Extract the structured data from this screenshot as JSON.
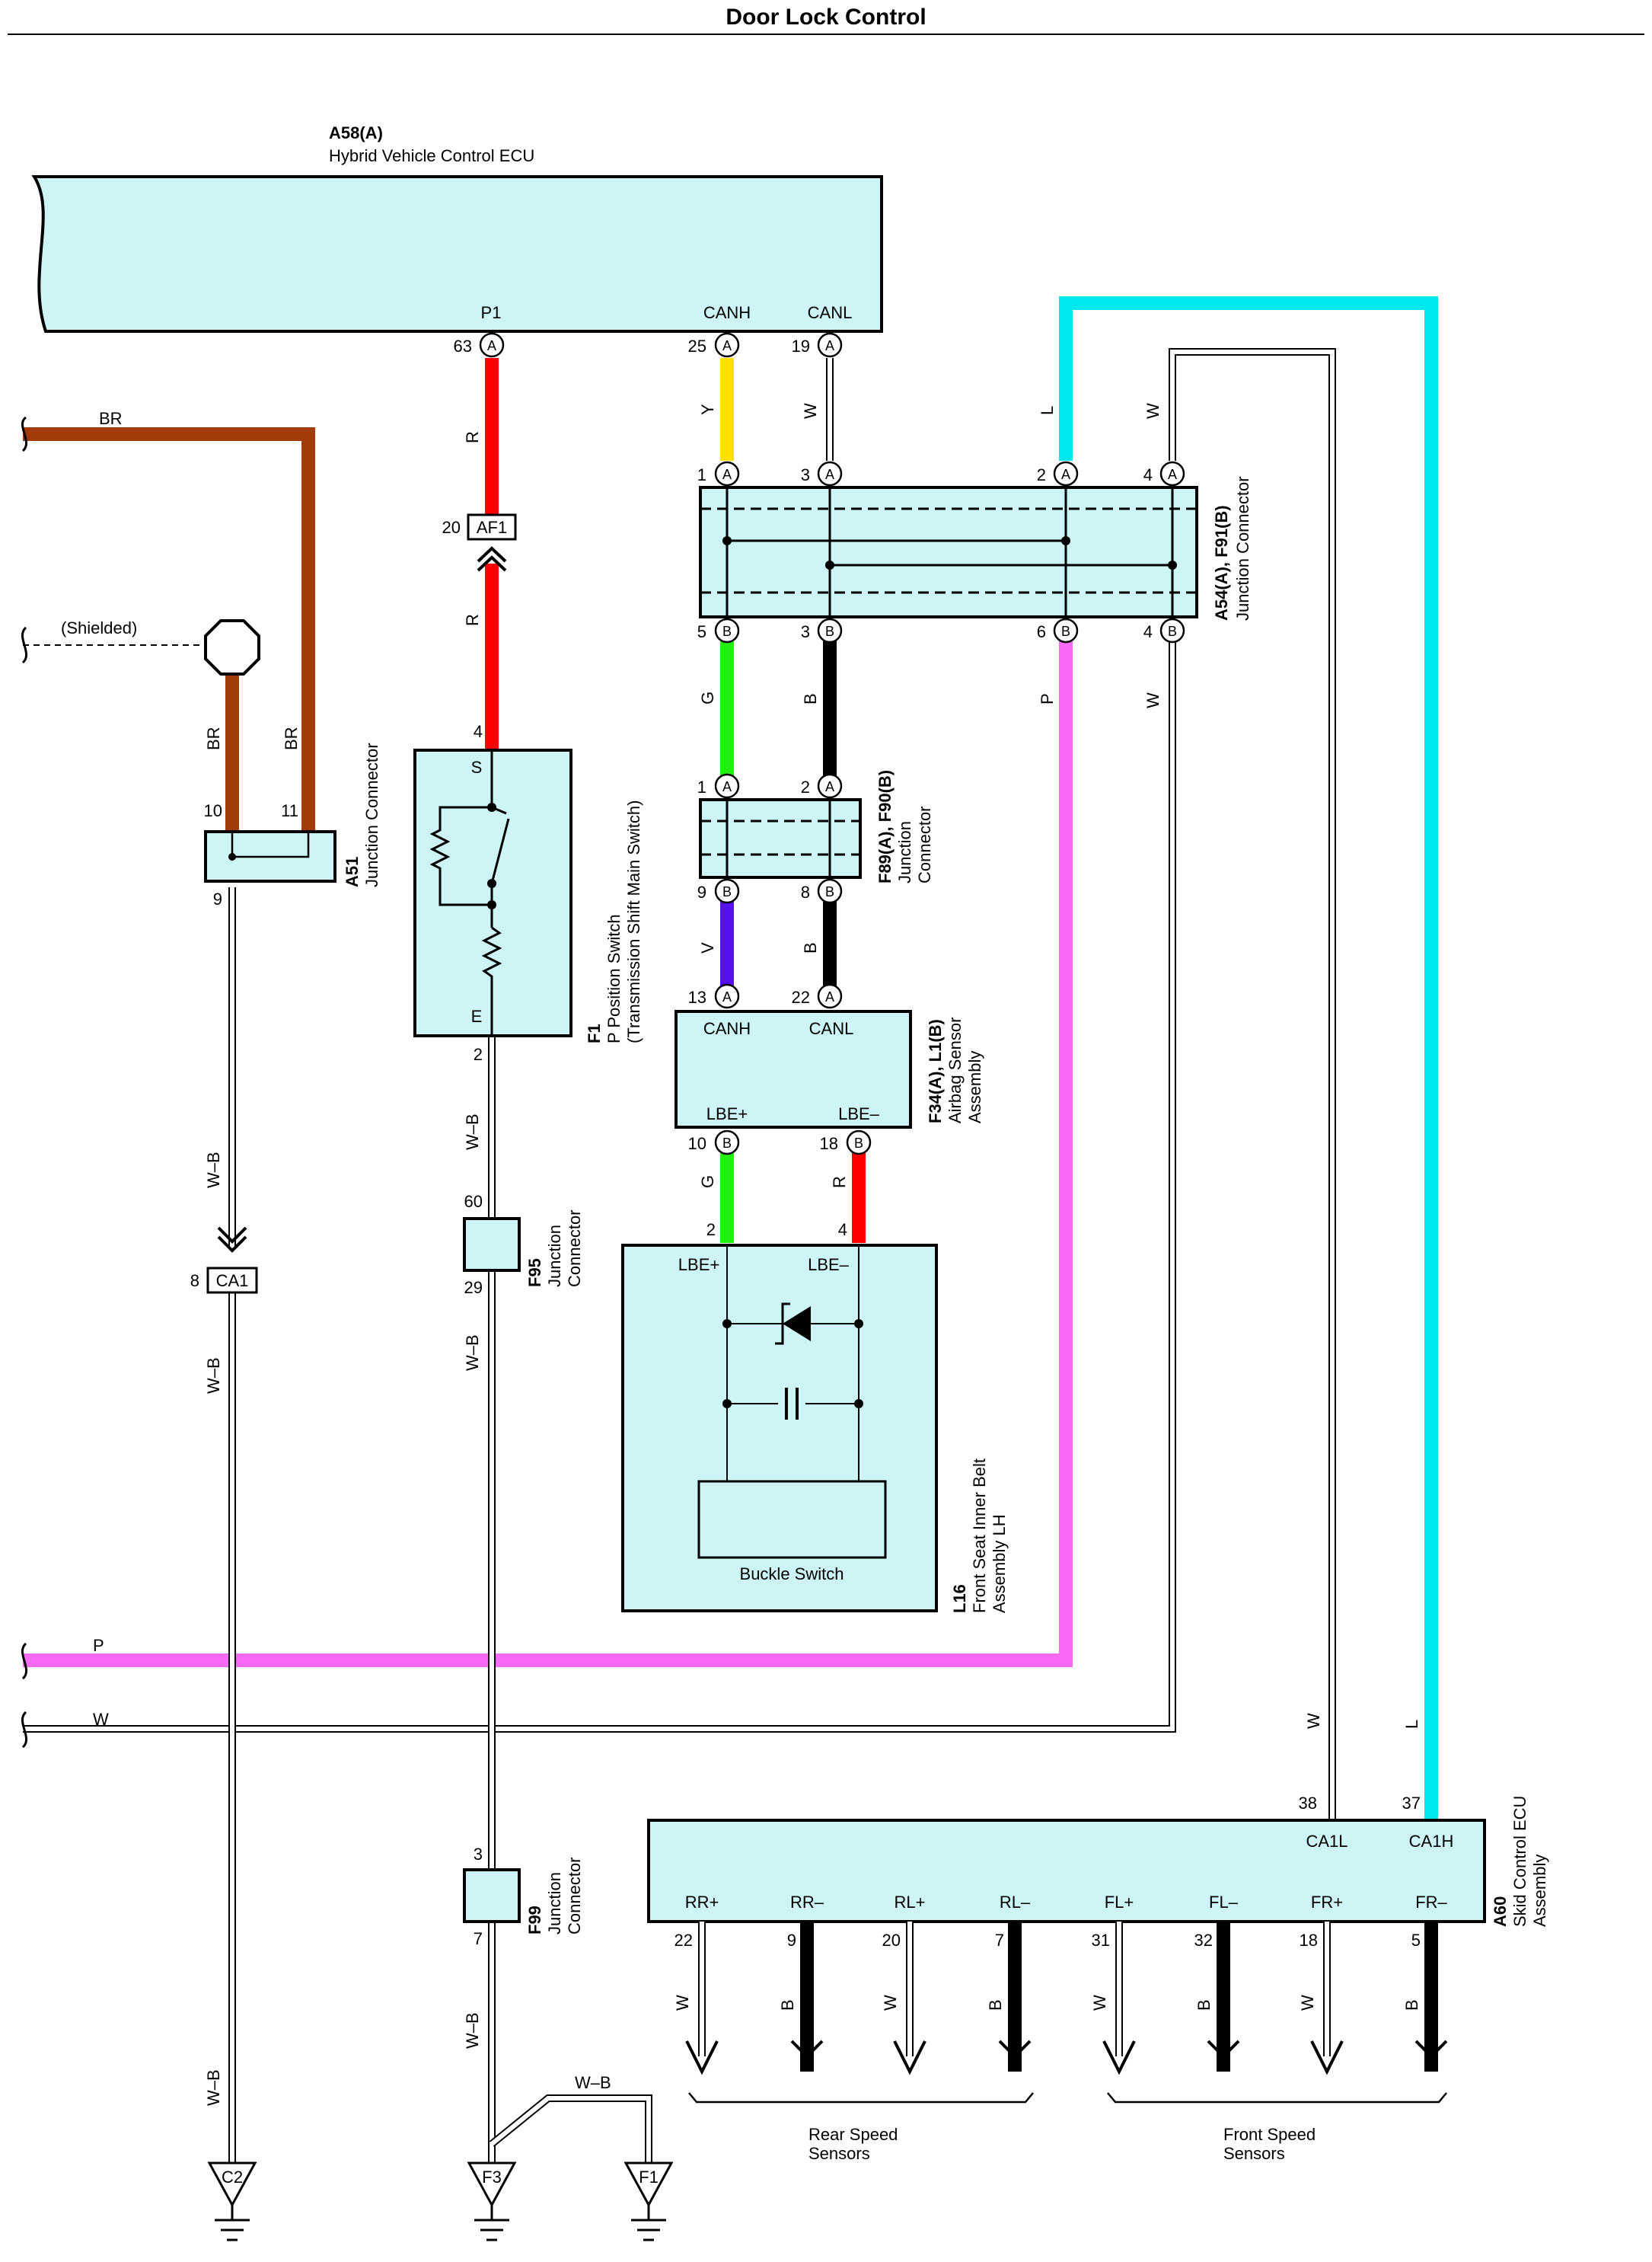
{
  "title": "Door Lock Control",
  "ecu": {
    "id": "A58(A)",
    "name": "Hybrid Vehicle Control ECU",
    "p1": "P1",
    "canh": "CANH",
    "canl": "CANL"
  },
  "pins": {
    "ecu_p1": "63",
    "ecu_canh": "25",
    "ecu_canl": "19",
    "a54_1": "1",
    "a54_3": "3",
    "a54_2": "2",
    "a54_4": "4",
    "f91_5": "5",
    "f91_3": "3",
    "f91_6": "6",
    "f91_4": "4",
    "f89_1": "1",
    "f89_2": "2",
    "f90_9": "9",
    "f90_8": "8",
    "f34_13": "13",
    "f34_22": "22",
    "l1_10": "10",
    "l1_18": "18",
    "l16_2": "2",
    "l16_4": "4",
    "af1_20": "20",
    "f1_4": "4",
    "f1_2": "2",
    "a51_10": "10",
    "a51_11": "11",
    "a51_9": "9",
    "ca1_8": "8",
    "f95_60": "60",
    "f95_29": "29",
    "f99_3": "3",
    "f99_7": "7",
    "a60_38": "38",
    "a60_37": "37",
    "a60_22": "22",
    "a60_9": "9",
    "a60_20": "20",
    "a60_7": "7",
    "a60_31": "31",
    "a60_32": "32",
    "a60_18": "18",
    "a60_5": "5"
  },
  "letters": {
    "a": "A",
    "b": "B"
  },
  "wires": {
    "br": "BR",
    "shielded": "(Shielded)",
    "r": "R",
    "y": "Y",
    "w": "W",
    "l": "L",
    "g": "G",
    "b": "B",
    "p": "P",
    "v": "V",
    "wb": "W–B"
  },
  "junction_a54": {
    "id": "A54(A), F91(B)",
    "name": "Junction Connector"
  },
  "junction_f89": {
    "id": "F89(A), F90(B)",
    "name1": "Junction",
    "name2": "Connector"
  },
  "airbag": {
    "id": "F34(A), L1(B)",
    "name1": "Airbag Sensor",
    "name2": "Assembly",
    "canh": "CANH",
    "canl": "CANL",
    "lbe_p": "LBE+",
    "lbe_m": "LBE–"
  },
  "belt": {
    "id": "L16",
    "name1": "Front Seat Inner Belt",
    "name2": "Assembly LH",
    "lbe_p": "LBE+",
    "lbe_m": "LBE–",
    "buckle": "Buckle Switch"
  },
  "pswitch": {
    "id": "F1",
    "name1": "P Position Switch",
    "name2": "(Transmission Shift Main Switch)",
    "s": "S",
    "e": "E"
  },
  "af1": "AF1",
  "ca1": "CA1",
  "a51": {
    "id": "A51",
    "name": "Junction Connector"
  },
  "f95": {
    "id": "F95",
    "name1": "Junction",
    "name2": "Connector"
  },
  "f99": {
    "id": "F99",
    "name1": "Junction",
    "name2": "Connector"
  },
  "skid": {
    "id": "A60",
    "name1": "Skid Control ECU",
    "name2": "Assembly",
    "ca1l": "CA1L",
    "ca1h": "CA1H",
    "rr_p": "RR+",
    "rr_m": "RR–",
    "rl_p": "RL+",
    "rl_m": "RL–",
    "fl_p": "FL+",
    "fl_m": "FL–",
    "fr_p": "FR+",
    "fr_m": "FR–"
  },
  "rear_sensors": {
    "line1": "Rear Speed",
    "line2": "Sensors"
  },
  "front_sensors": {
    "line1": "Front Speed",
    "line2": "Sensors"
  },
  "grounds": {
    "c2": "C2",
    "f3": "F3",
    "f1": "F1"
  },
  "colors": {
    "red": "#ff0000",
    "yellow": "#ffe000",
    "cyan": "#00e8ee",
    "pink": "#f56bf5",
    "green": "#22ee11",
    "black": "#000000",
    "brown": "#a23b07",
    "violet": "#5511ee",
    "box": "#cdf5f5"
  }
}
